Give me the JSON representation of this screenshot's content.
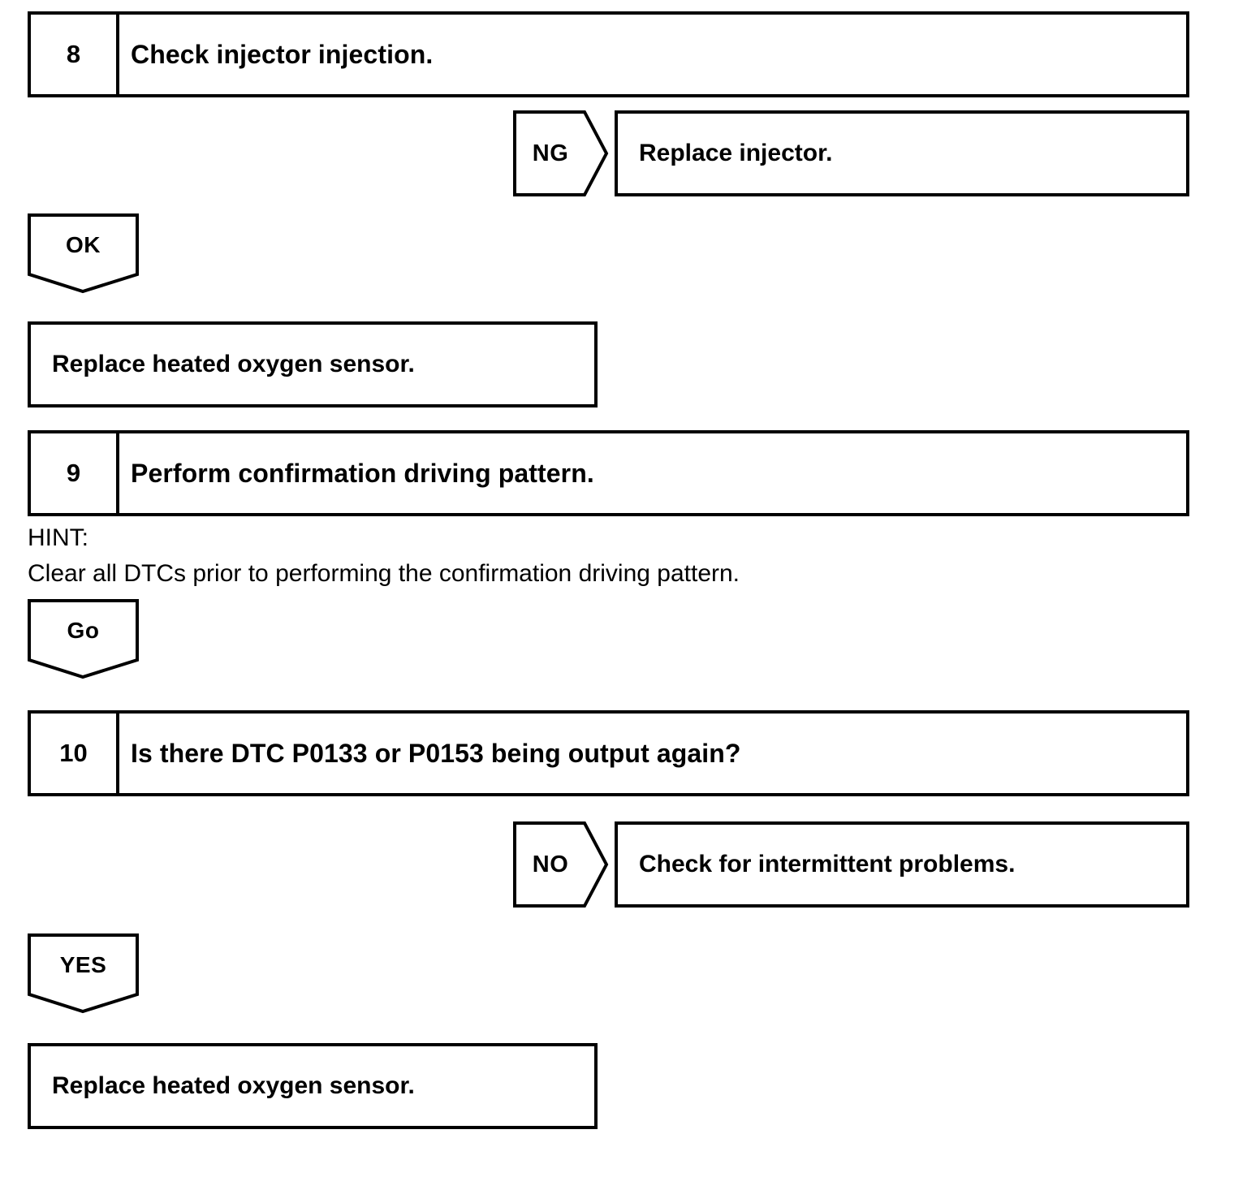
{
  "document": {
    "type": "automotive-diagnostic-flowchart",
    "background_color": "#ffffff",
    "line_color": "#000000"
  },
  "steps": [
    {
      "number": "8",
      "text": "Check injector injection."
    },
    {
      "number": "9",
      "text": "Perform confirmation driving pattern."
    },
    {
      "number": "10",
      "text": "Is there DTC P0133 or P0153 being output again?"
    }
  ],
  "branches": [
    {
      "label": "NG",
      "direction": "right",
      "result": "Replace injector."
    },
    {
      "label": "OK",
      "direction": "down",
      "result": "Replace heated oxygen sensor."
    },
    {
      "label": "Go",
      "direction": "down",
      "result": ""
    },
    {
      "label": "NO",
      "direction": "right",
      "result": "Check for intermittent problems."
    },
    {
      "label": "YES",
      "direction": "down",
      "result": "Replace heated oxygen sensor."
    }
  ],
  "hint": {
    "title": "HINT:",
    "body": "Clear all DTCs prior to performing the confirmation driving pattern."
  },
  "results": {
    "replace_injector": "Replace injector.",
    "replace_sensor_ok": "Replace heated oxygen sensor.",
    "check_intermittent": "Check for intermittent problems.",
    "replace_sensor_yes": "Replace heated oxygen sensor."
  }
}
